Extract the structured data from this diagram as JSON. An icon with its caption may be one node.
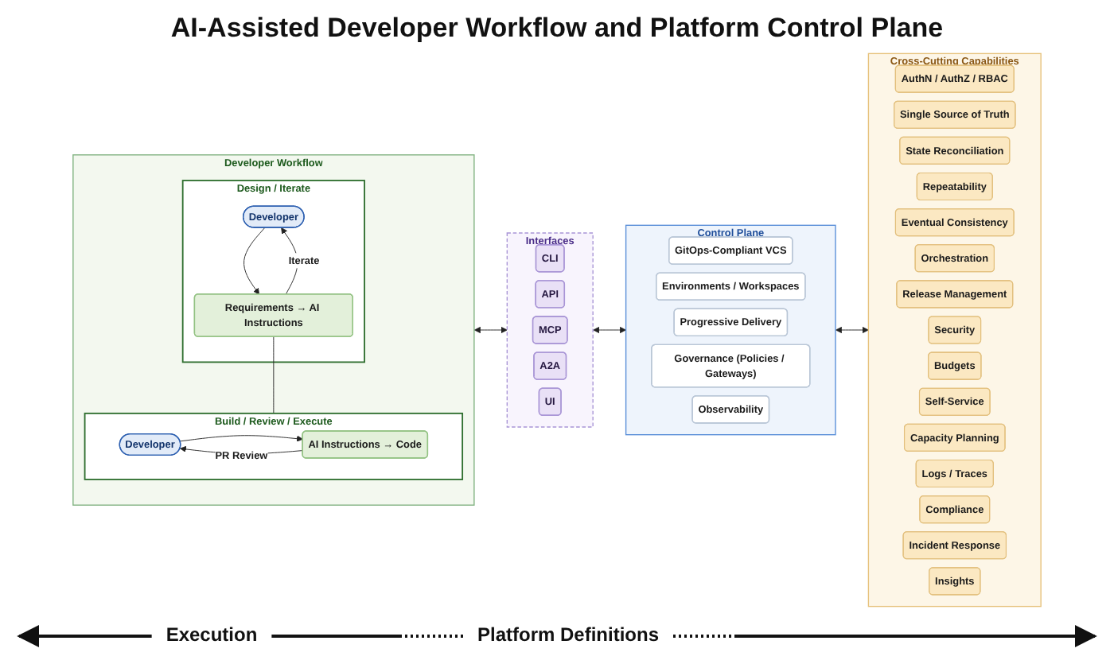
{
  "diagram": {
    "title": "AI-Assisted Developer Workflow and Platform Control Plane",
    "nodes": [
      {
        "text": [
          "Developer Workflow"
        ]
      },
      {
        "text": [
          "Design / Iterate"
        ],
        "in": 0
      },
      {
        "text": [
          "Developer"
        ],
        "in": 1
      },
      {
        "text": [
          "Requirements → AI Instructions"
        ],
        "in": 1
      },
      {
        "text": [
          "Build / Review / Execute"
        ],
        "in": 0
      },
      {
        "text": [
          "Developer"
        ],
        "in": 4
      },
      {
        "text": [
          "AI Instructions → Code"
        ],
        "in": 4
      },
      {
        "text": [
          "Interfaces"
        ]
      },
      {
        "text": [
          "CLI"
        ],
        "in": 7
      },
      {
        "text": [
          "API"
        ],
        "in": 7
      },
      {
        "text": [
          "MCP"
        ],
        "in": 7
      },
      {
        "text": [
          "A2A"
        ],
        "in": 7
      },
      {
        "text": [
          "UI"
        ],
        "in": 7
      },
      {
        "text": [
          "Control Plane"
        ]
      },
      {
        "text": [
          "GitOps-Compliant VCS"
        ],
        "in": 13
      },
      {
        "text": [
          "Environments / Workspaces"
        ],
        "in": 13
      },
      {
        "text": [
          "Progressive Delivery"
        ],
        "in": 13
      },
      {
        "text": [
          "Governance (Policies / Gateways)"
        ],
        "in": 13
      },
      {
        "text": [
          "Observability"
        ],
        "in": 13
      },
      {
        "text": [
          "Cross-Cutting Capabilities"
        ]
      },
      {
        "text": [
          "AuthN / AuthZ / RBAC"
        ],
        "in": 19
      },
      {
        "text": [
          "Single Source of Truth"
        ],
        "in": 19
      },
      {
        "text": [
          "State Reconciliation"
        ],
        "in": 19
      },
      {
        "text": [
          "Repeatability"
        ],
        "in": 19
      },
      {
        "text": [
          "Eventual Consistency"
        ],
        "in": 19
      },
      {
        "text": [
          "Orchestration"
        ],
        "in": 19
      },
      {
        "text": [
          "Release Management"
        ],
        "in": 19
      },
      {
        "text": [
          "Security"
        ],
        "in": 19
      },
      {
        "text": [
          "Budgets"
        ],
        "in": 19
      },
      {
        "text": [
          "Self-Service"
        ],
        "in": 19
      },
      {
        "text": [
          "Capacity Planning"
        ],
        "in": 19
      },
      {
        "text": [
          "Logs / Traces"
        ],
        "in": 19
      },
      {
        "text": [
          "Compliance"
        ],
        "in": 19
      },
      {
        "text": [
          "Incident Response"
        ],
        "in": 19
      },
      {
        "text": [
          "Insights"
        ],
        "in": 19
      }
    ],
    "edges": [
      {
        "from": 2,
        "to": 3,
        "arrow": "to"
      },
      {
        "from": 3,
        "to": 2,
        "label": "Iterate",
        "arrow": "to"
      },
      {
        "from": 3,
        "to": 4,
        "arrow": "none"
      },
      {
        "from": 5,
        "to": 6,
        "arrow": "to"
      },
      {
        "from": 6,
        "to": 5,
        "label": "PR Review",
        "arrow": "to"
      },
      {
        "from": 0,
        "to": 7,
        "arrow": "both"
      },
      {
        "from": 7,
        "to": 13,
        "arrow": "both"
      },
      {
        "from": 13,
        "to": 19,
        "arrow": "both"
      }
    ],
    "labels": [
      "Execution",
      "Platform Definitions"
    ]
  }
}
